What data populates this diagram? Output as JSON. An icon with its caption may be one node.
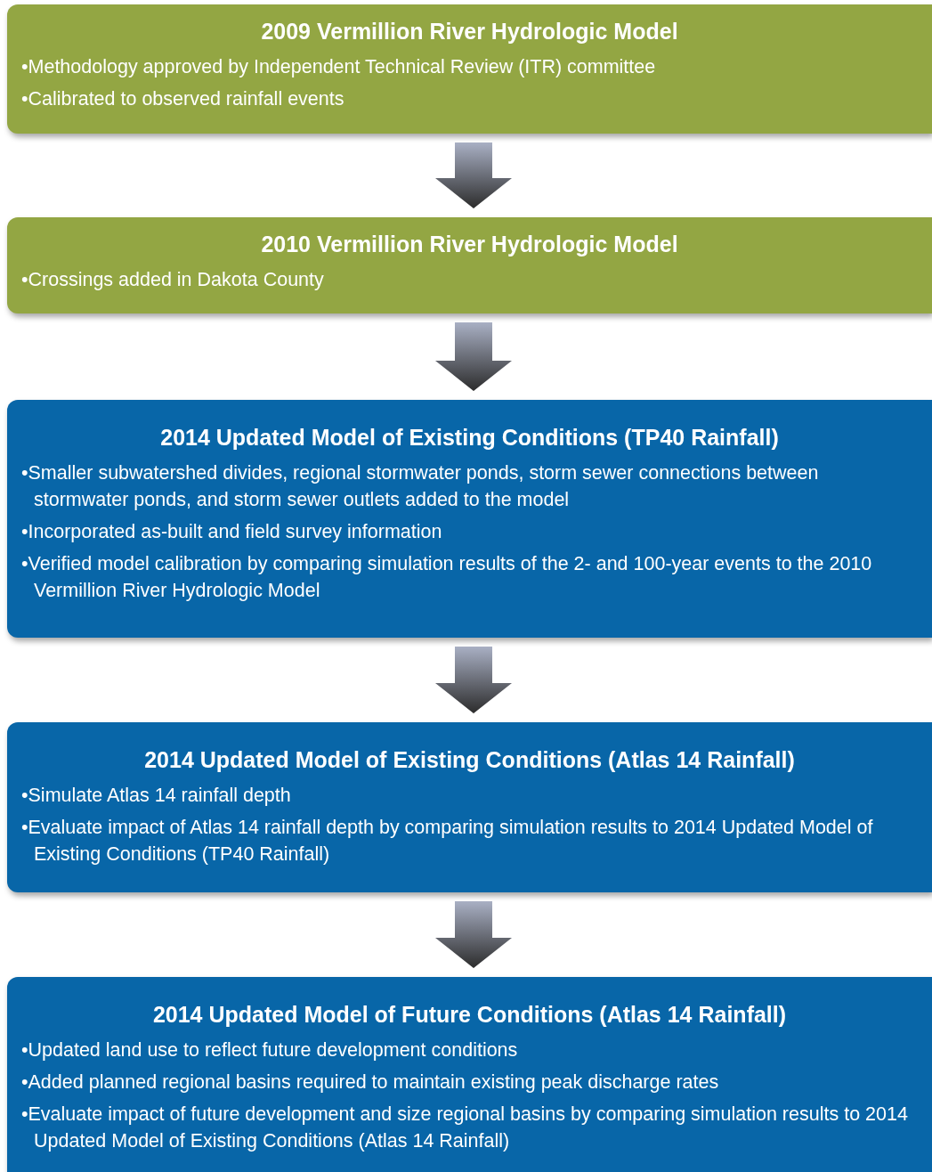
{
  "diagram": {
    "nodes": [
      {
        "text": [
          "2009 Vermillion River Hydrologic Model",
          "•Methodology approved by Independent Technical Review (ITR) committee",
          "•Calibrated to observed rainfall events"
        ]
      },
      {
        "text": [
          "2010 Vermillion River Hydrologic Model",
          "•Crossings added in Dakota County"
        ]
      },
      {
        "text": [
          "2014 Updated Model of Existing Conditions (TP40 Rainfall)",
          "•Smaller subwatershed divides, regional stormwater ponds, storm sewer connections between stormwater ponds, and storm sewer outlets added to the model",
          "•Incorporated as-built and field survey information",
          "•Verified model calibration by comparing simulation results of the 2- and 100-year events to the 2010 Vermillion River Hydrologic Model"
        ]
      },
      {
        "text": [
          "2014 Updated Model of Existing Conditions (Atlas 14 Rainfall)",
          "•Simulate Atlas 14 rainfall depth",
          "•Evaluate impact of Atlas 14 rainfall depth by comparing simulation results to 2014 Updated Model of Existing Conditions (TP40 Rainfall)"
        ]
      },
      {
        "text": [
          "2014 Updated Model of Future Conditions (Atlas 14 Rainfall)",
          "•Updated land use to reflect future development conditions",
          "•Added planned regional basins required to maintain existing peak discharge rates",
          "•Evaluate impact of future development and size regional basins by comparing simulation results to 2014 Updated Model of Existing Conditions (Atlas 14 Rainfall)"
        ]
      }
    ],
    "edges": [
      {
        "from": 0,
        "to": 1,
        "arrow": "to"
      },
      {
        "from": 1,
        "to": 2,
        "arrow": "to"
      },
      {
        "from": 2,
        "to": 3,
        "arrow": "to"
      },
      {
        "from": 3,
        "to": 4,
        "arrow": "to"
      }
    ]
  }
}
